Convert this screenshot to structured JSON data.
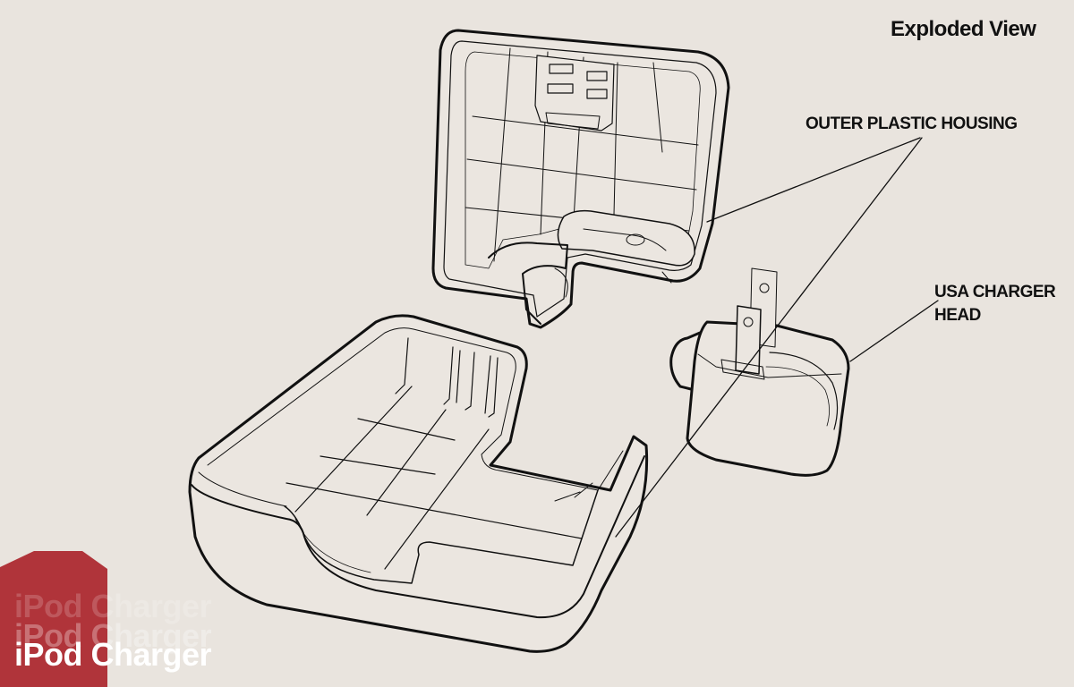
{
  "header": {
    "view_title": "Exploded View"
  },
  "callouts": {
    "housing": "OUTER PLASTIC HOUSING",
    "charger_head_line1": "USA CHARGER",
    "charger_head_line2": "HEAD"
  },
  "badge": {
    "title": "iPod Charger",
    "color": "#b0343a"
  },
  "colors": {
    "background": "#e9e4de",
    "line": "#111111",
    "surface": "#ebe6e0"
  }
}
